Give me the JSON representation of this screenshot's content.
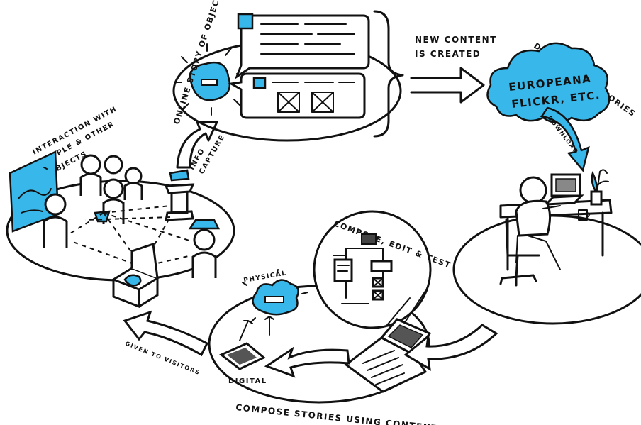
{
  "colors": {
    "accent_blue": "#38b7ea",
    "ink": "#111111",
    "paper": "#ffffff"
  },
  "labels": {
    "online_story": "ONLINE STORY OF OBJECT",
    "new_content_1": "NEW CONTENT",
    "new_content_2": "IS CREATED",
    "digital_repositories": "DIGITAL REPOSITORIES",
    "cloud_line1": "EUROPEANA",
    "cloud_line2": "FLICKR, ETC.",
    "download": "DOWNLOAD",
    "interaction_1": "INTERACTION WITH",
    "interaction_2": "PEOPLE & OTHER",
    "interaction_3": "OBJECTS",
    "info_capture_1": "INFO",
    "info_capture_2": "CAPTURE",
    "compose_edit_test": "COMPOSE, EDIT & TEST",
    "physical": "PHYSICAL",
    "digital": "DIGITAL",
    "given_to_visitors": "GIVEN TO VISITORS",
    "compose_stories": "COMPOSE STORIES USING CONTENT"
  }
}
